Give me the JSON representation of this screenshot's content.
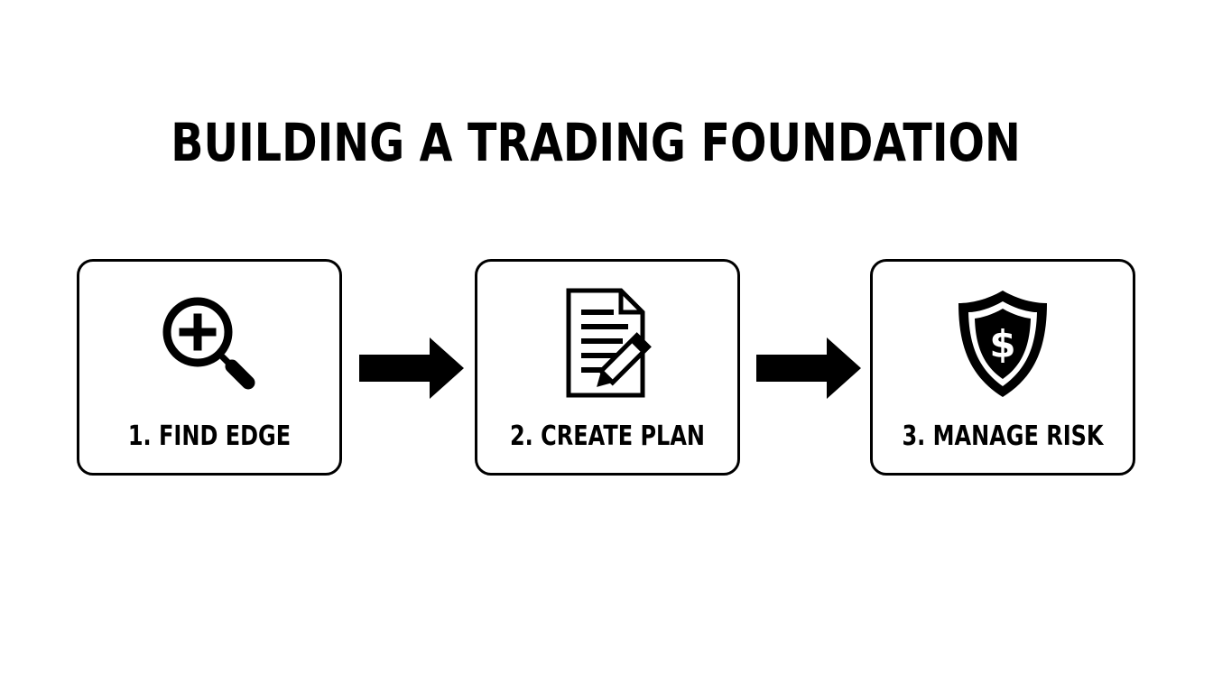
{
  "title": "BUILDING A TRADING FOUNDATION",
  "steps": [
    {
      "label": "1. FIND EDGE",
      "icon": "magnifier-plus-icon"
    },
    {
      "label": "2. CREATE PLAN",
      "icon": "document-pencil-icon"
    },
    {
      "label": "3. MANAGE RISK",
      "icon": "shield-dollar-icon"
    }
  ],
  "connectors": [
    "arrow-right-icon",
    "arrow-right-icon"
  ],
  "colors": {
    "ink": "#000000",
    "background": "#ffffff"
  }
}
